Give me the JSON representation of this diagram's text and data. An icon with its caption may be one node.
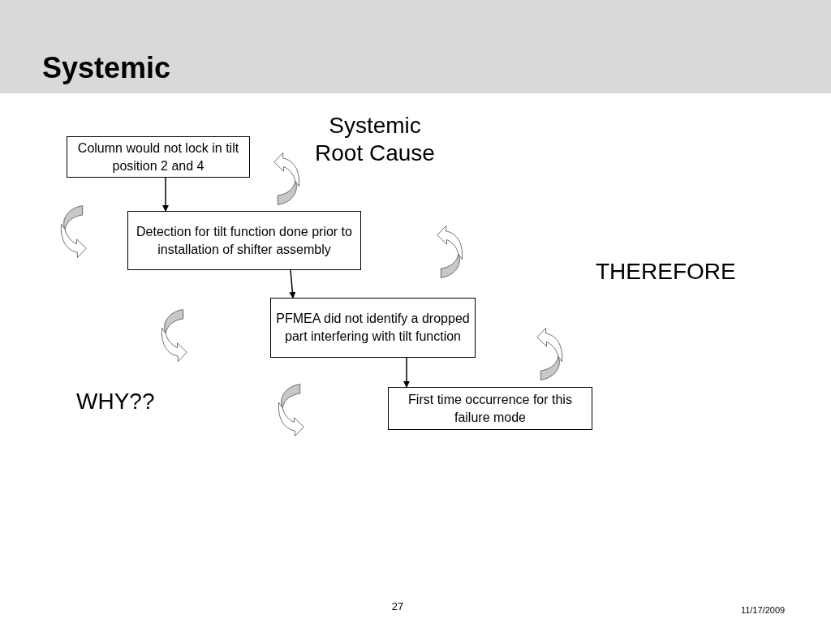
{
  "diagram": {
    "title": "Systemic",
    "nodes": [
      {
        "text": [
          "Column would not lock in tilt position 2 and 4"
        ]
      },
      {
        "text": [
          "Detection for tilt function done prior to installation of shifter assembly"
        ]
      },
      {
        "text": [
          "PFMEA did not identify a dropped part interfering with tilt function"
        ]
      },
      {
        "text": [
          "First time occurrence for this failure mode"
        ]
      }
    ],
    "edges": [
      {
        "from": 0,
        "to": 1,
        "arrow": "to"
      },
      {
        "from": 1,
        "to": 2,
        "arrow": "to"
      },
      {
        "from": 2,
        "to": 3,
        "arrow": "to"
      }
    ],
    "labels": [
      "Systemic Root Cause",
      "THEREFORE",
      "WHY??",
      "27",
      "11/17/2009"
    ]
  }
}
